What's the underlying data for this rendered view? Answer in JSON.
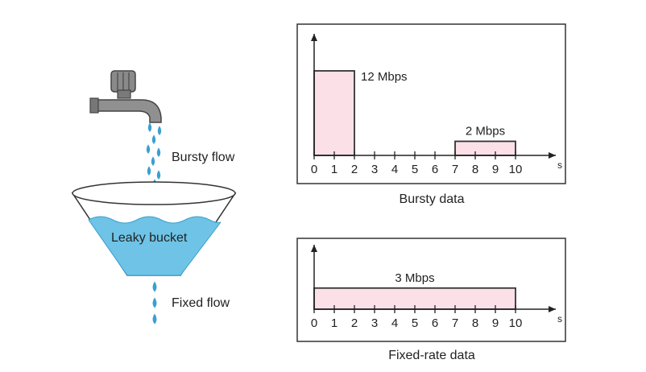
{
  "labels": {
    "bursty_flow": "Bursty flow",
    "leaky_bucket": "Leaky bucket",
    "fixed_flow": "Fixed flow"
  },
  "colors": {
    "water": "#6ec3e6",
    "water_dark": "#3aa0cf",
    "bar_fill": "#fbe0e8",
    "frame": "#333333"
  },
  "chart_data": [
    {
      "type": "bar",
      "title": "Bursty data",
      "xlabel": "s",
      "x_ticks": [
        "0",
        "1",
        "2",
        "3",
        "4",
        "5",
        "6",
        "7",
        "8",
        "9",
        "10"
      ],
      "segments": [
        {
          "start": 0,
          "end": 2,
          "value": 12,
          "label": "12 Mbps"
        },
        {
          "start": 7,
          "end": 10,
          "value": 2,
          "label": "2 Mbps"
        }
      ],
      "xlim": [
        0,
        10
      ],
      "ylim": [
        0,
        12
      ]
    },
    {
      "type": "bar",
      "title": "Fixed-rate data",
      "xlabel": "s",
      "x_ticks": [
        "0",
        "1",
        "2",
        "3",
        "4",
        "5",
        "6",
        "7",
        "8",
        "9",
        "10"
      ],
      "segments": [
        {
          "start": 0,
          "end": 10,
          "value": 3,
          "label": "3 Mbps"
        }
      ],
      "xlim": [
        0,
        10
      ],
      "ylim": [
        0,
        12
      ]
    }
  ]
}
